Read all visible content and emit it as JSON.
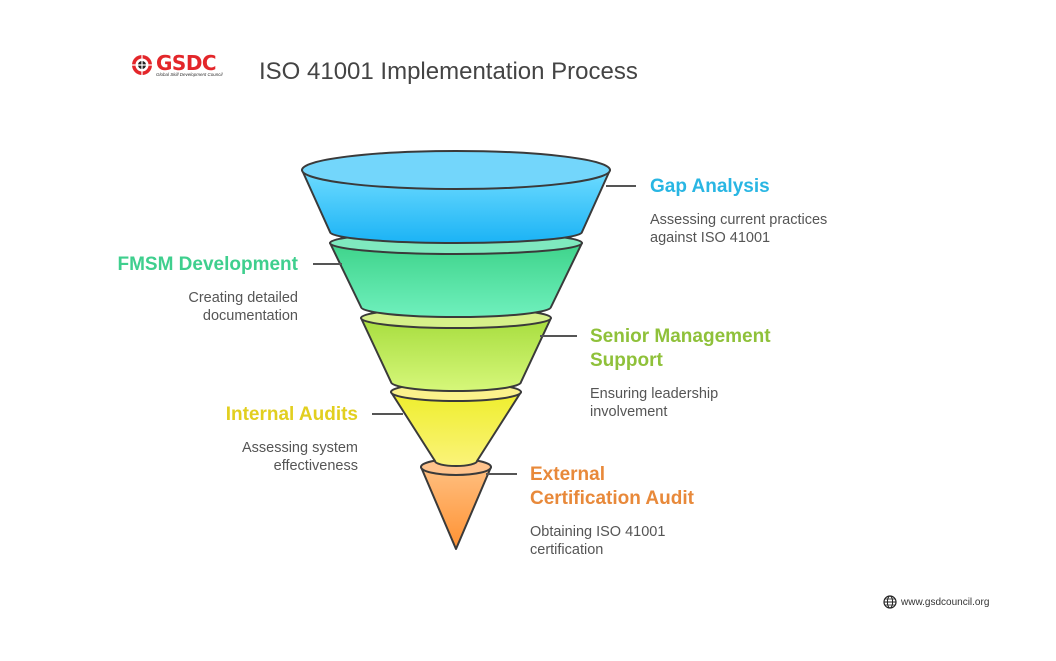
{
  "brand": {
    "logo_text": "GSDC",
    "logo_subtext": "Global Skill Development Council"
  },
  "title": "ISO 41001 Implementation Process",
  "stages": [
    {
      "label": "Gap Analysis",
      "desc_line1": "Assessing current practices",
      "desc_line2": "against ISO 41001",
      "color": "#29b6e3"
    },
    {
      "label": "FMSM Development",
      "desc_line1": "Creating detailed",
      "desc_line2": "documentation",
      "color": "#3fcf8e"
    },
    {
      "label_line1": "Senior Management",
      "label_line2": "Support",
      "desc_line1": "Ensuring leadership",
      "desc_line2": "involvement",
      "color": "#8fc13a"
    },
    {
      "label": "Internal Audits",
      "desc_line1": "Assessing system",
      "desc_line2": "effectiveness",
      "color": "#e2cf1f"
    },
    {
      "label_line1": "External",
      "label_line2": "Certification Audit",
      "desc_line1": "Obtaining ISO 41001",
      "desc_line2": "certification",
      "color": "#e8893a"
    }
  ],
  "footer": {
    "url": "www.gsdcouncil.org",
    "icon": "globe-icon"
  }
}
